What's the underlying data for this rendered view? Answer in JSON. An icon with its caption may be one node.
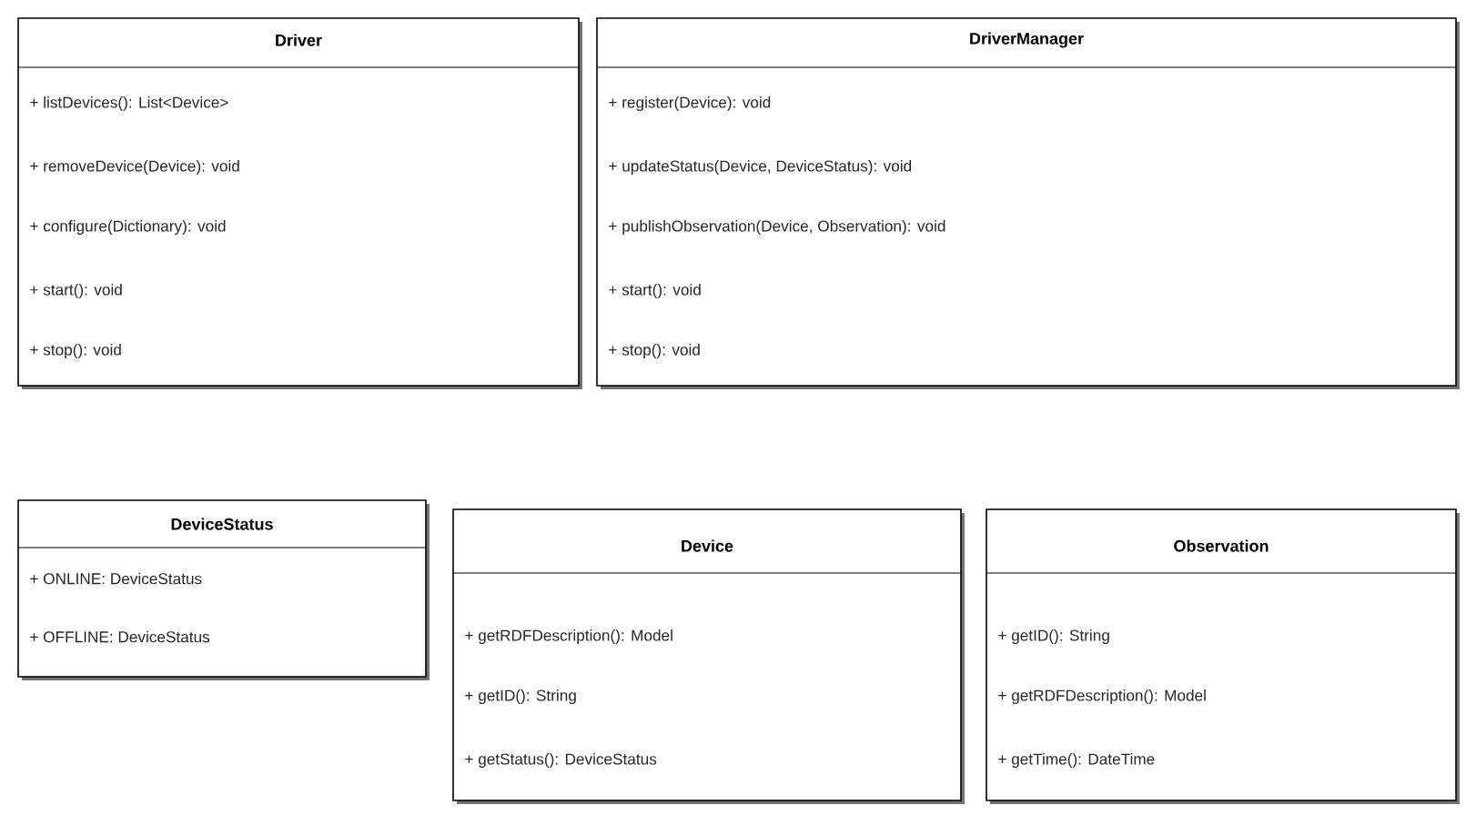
{
  "diagram": {
    "nodes": [
      {
        "text": [
          "Driver",
          "+ listDevices(): List<Device>",
          "+ removeDevice(Device): void",
          "+ configure(Dictionary): void",
          "+ start(): void",
          "+ stop(): void"
        ]
      },
      {
        "text": [
          "DriverManager",
          "+ register(Device): void",
          "+ updateStatus(Device, DeviceStatus): void",
          "+ publishObservation(Device, Observation): void",
          "+ start(): void",
          "+ stop(): void"
        ]
      },
      {
        "text": [
          "DeviceStatus",
          "+ ONLINE: DeviceStatus",
          "+ OFFLINE: DeviceStatus"
        ]
      },
      {
        "text": [
          "Device",
          "+ getRDFDescription(): Model",
          "+ getID(): String",
          "+ getStatus(): DeviceStatus"
        ]
      },
      {
        "text": [
          "Observation",
          "+ getID(): String",
          "+ getRDFDescription(): Model",
          "+ getTime(): DateTime"
        ]
      }
    ],
    "edges": []
  }
}
